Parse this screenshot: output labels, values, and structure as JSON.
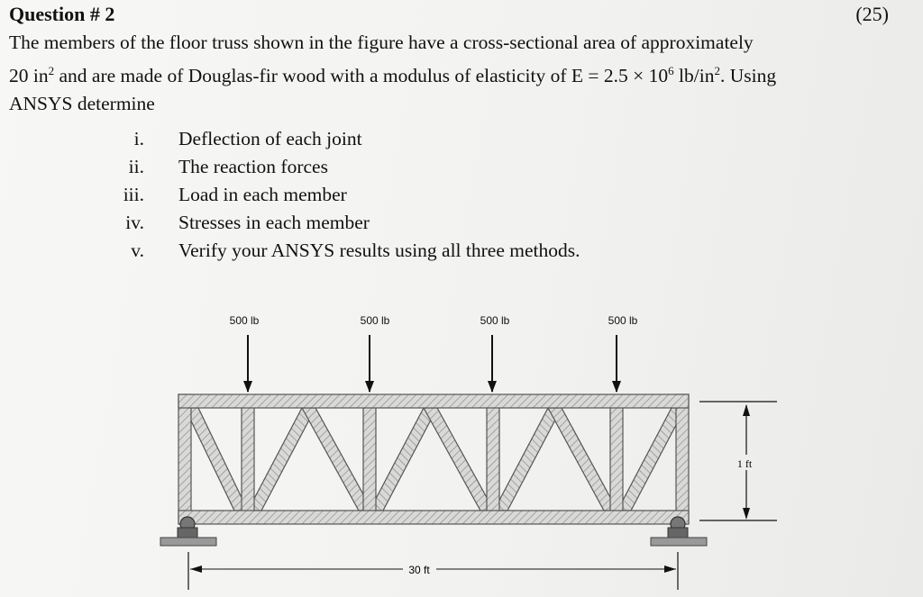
{
  "question": {
    "title": "Question # 2",
    "points": "(25)",
    "intro": {
      "line1": "The members of the floor truss shown in the figure have a cross-sectional area of approximately",
      "line2_a": "20 in",
      "line2_sup1": "2",
      "line2_b": " and are made of Douglas-fir wood with a modulus of elasticity of E = 2.5 × 10",
      "line2_sup2": "6",
      "line2_c": " lb/in",
      "line2_sup3": "2",
      "line2_d": ". Using",
      "line3": "ANSYS determine"
    },
    "tasks": [
      {
        "num": "i.",
        "text": "Deflection of each joint"
      },
      {
        "num": "ii.",
        "text": "The reaction forces"
      },
      {
        "num": "iii.",
        "text": "Load in each member"
      },
      {
        "num": "iv.",
        "text": "Stresses in each member"
      },
      {
        "num": "v.",
        "text": "Verify your ANSYS results using all three methods."
      }
    ]
  },
  "figure": {
    "loads": [
      "500 lb",
      "500 lb",
      "500 lb",
      "500 lb"
    ],
    "height_label": "1 ft",
    "span_label": "30 ft"
  }
}
